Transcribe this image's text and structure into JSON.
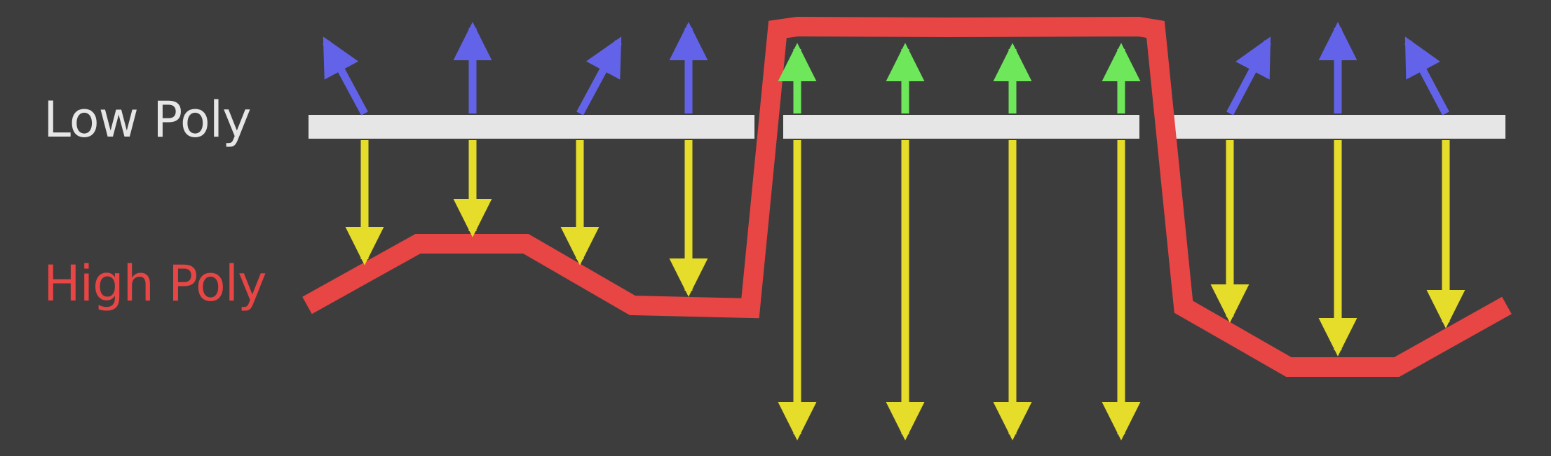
{
  "labels": {
    "low_poly": "Low Poly",
    "high_poly": "High Poly"
  },
  "colors": {
    "background": "#3d3d3d",
    "low_poly": "#e6e6e6",
    "high_poly": "#e84545",
    "ray_down": "#e6dd2a",
    "normal_up": "#6363ea",
    "normal_up_hit": "#6ee85a"
  },
  "legend_meaning": {
    "ray_down": "yellow-arrow",
    "normal_blue": "blue-arrow",
    "normal_green": "green-arrow"
  }
}
